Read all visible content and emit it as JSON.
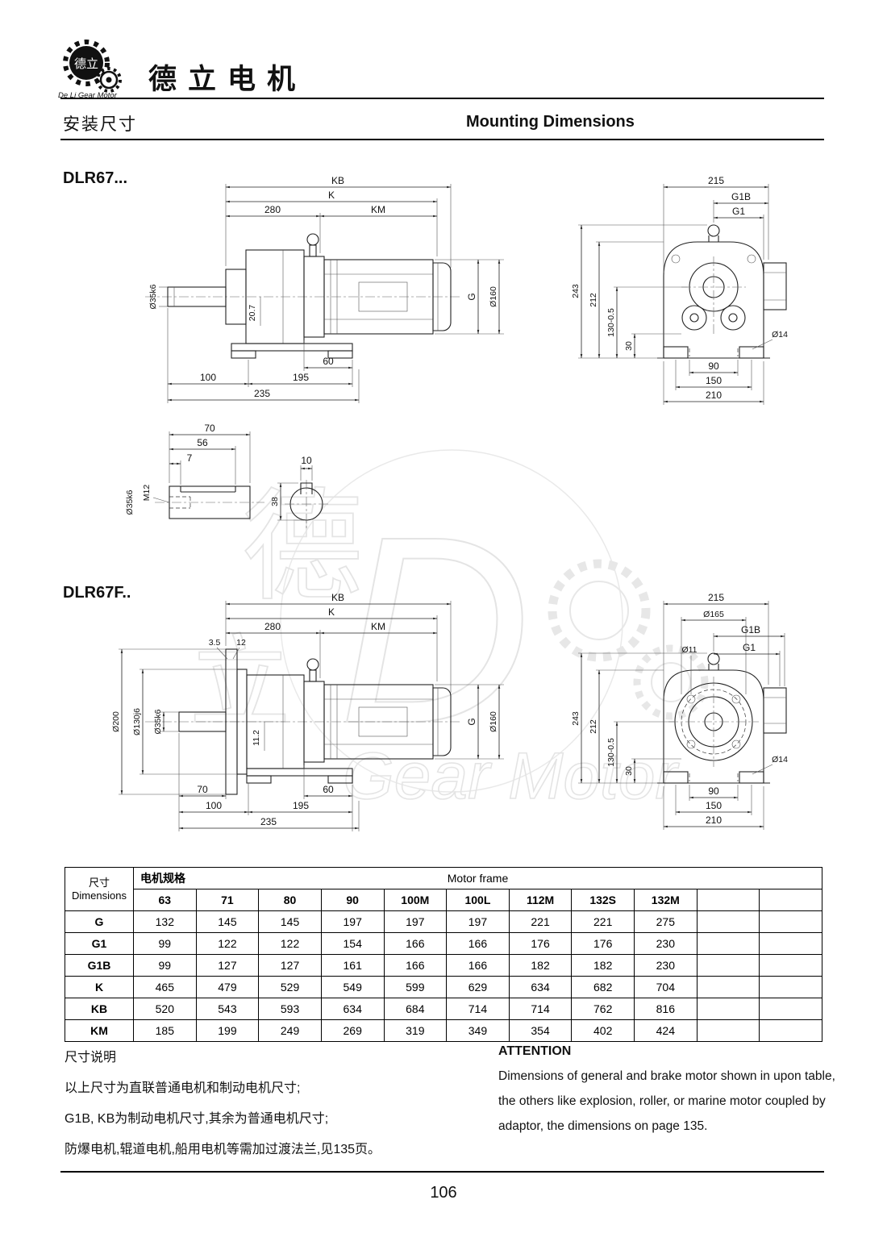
{
  "header": {
    "logo": {
      "cn": "德立",
      "en": "De Li Gear Motor"
    },
    "brand": "德立电机",
    "title_cn": "安装尺寸",
    "title_en": "Mounting Dimensions"
  },
  "sections": {
    "s1_label": "DLR67...",
    "s2_label": "DLR67F.."
  },
  "drawings": {
    "side1": {
      "kb": "KB",
      "k": "K",
      "l280": "280",
      "km": "KM",
      "shaft_dia": "Ø35k6",
      "h20_7": "20.7",
      "g": "G",
      "d160": "Ø160",
      "b60": "60",
      "b100": "100",
      "b195": "195",
      "b235": "235"
    },
    "front1": {
      "w215": "215",
      "g1b": "G1B",
      "g1": "G1",
      "h243": "243",
      "h212": "212",
      "h130": "130-0.5",
      "h30": "30",
      "d14": "Ø14",
      "b90": "90",
      "b150": "150",
      "b210": "210"
    },
    "shaft": {
      "l70": "70",
      "l56": "56",
      "l7": "7",
      "m12": "M12",
      "dia": "Ø35k6",
      "k10": "10",
      "k38": "38"
    },
    "side2": {
      "kb": "KB",
      "k": "K",
      "l280": "280",
      "km": "KM",
      "t3_5": "3.5",
      "t12": "12",
      "d200": "Ø200",
      "d130": "Ø130j6",
      "d35": "Ø35k6",
      "h11_2": "11.2",
      "g": "G",
      "d160": "Ø160",
      "b70": "70",
      "b60": "60",
      "b100": "100",
      "b195": "195",
      "b235": "235"
    },
    "front2": {
      "w215": "215",
      "d165": "Ø165",
      "g1b": "G1B",
      "d11": "Ø11",
      "g1": "G1",
      "h243": "243",
      "h212": "212",
      "h130": "130-0.5",
      "h30": "30",
      "d14": "Ø14",
      "b90": "90",
      "b150": "150",
      "b210": "210"
    }
  },
  "watermark": {
    "d": "D",
    "de": "德",
    "li": "立",
    "text": "Gear Motor"
  },
  "table": {
    "corner_cn": "尺寸",
    "corner_en": "Dimensions",
    "group_cn": "电机规格",
    "group_en": "Motor frame",
    "columns": [
      "63",
      "71",
      "80",
      "90",
      "100M",
      "100L",
      "112M",
      "132S",
      "132M",
      "",
      ""
    ],
    "rows": [
      {
        "label": "G",
        "values": [
          "132",
          "145",
          "145",
          "197",
          "197",
          "197",
          "221",
          "221",
          "275",
          "",
          ""
        ]
      },
      {
        "label": "G1",
        "values": [
          "99",
          "122",
          "122",
          "154",
          "166",
          "166",
          "176",
          "176",
          "230",
          "",
          ""
        ]
      },
      {
        "label": "G1B",
        "values": [
          "99",
          "127",
          "127",
          "161",
          "166",
          "166",
          "182",
          "182",
          "230",
          "",
          ""
        ]
      },
      {
        "label": "K",
        "values": [
          "465",
          "479",
          "529",
          "549",
          "599",
          "629",
          "634",
          "682",
          "704",
          "",
          ""
        ]
      },
      {
        "label": "KB",
        "values": [
          "520",
          "543",
          "593",
          "634",
          "684",
          "714",
          "714",
          "762",
          "816",
          "",
          ""
        ]
      },
      {
        "label": "KM",
        "values": [
          "185",
          "199",
          "249",
          "269",
          "319",
          "349",
          "354",
          "402",
          "424",
          "",
          ""
        ]
      }
    ]
  },
  "notes": {
    "cn_title": "尺寸说明",
    "cn_lines": [
      "以上尺寸为直联普通电机和制动电机尺寸;",
      "G1B, KB为制动电机尺寸,其余为普通电机尺寸;",
      "防爆电机,辊道电机,船用电机等需加过渡法兰,见135页。"
    ],
    "en_title": "ATTENTION",
    "en_lines": [
      "Dimensions of general and brake motor shown in upon table,",
      "the others like explosion, roller, or marine motor coupled by",
      "adaptor, the dimensions on page 135."
    ]
  },
  "footer": {
    "page_number": "106"
  }
}
